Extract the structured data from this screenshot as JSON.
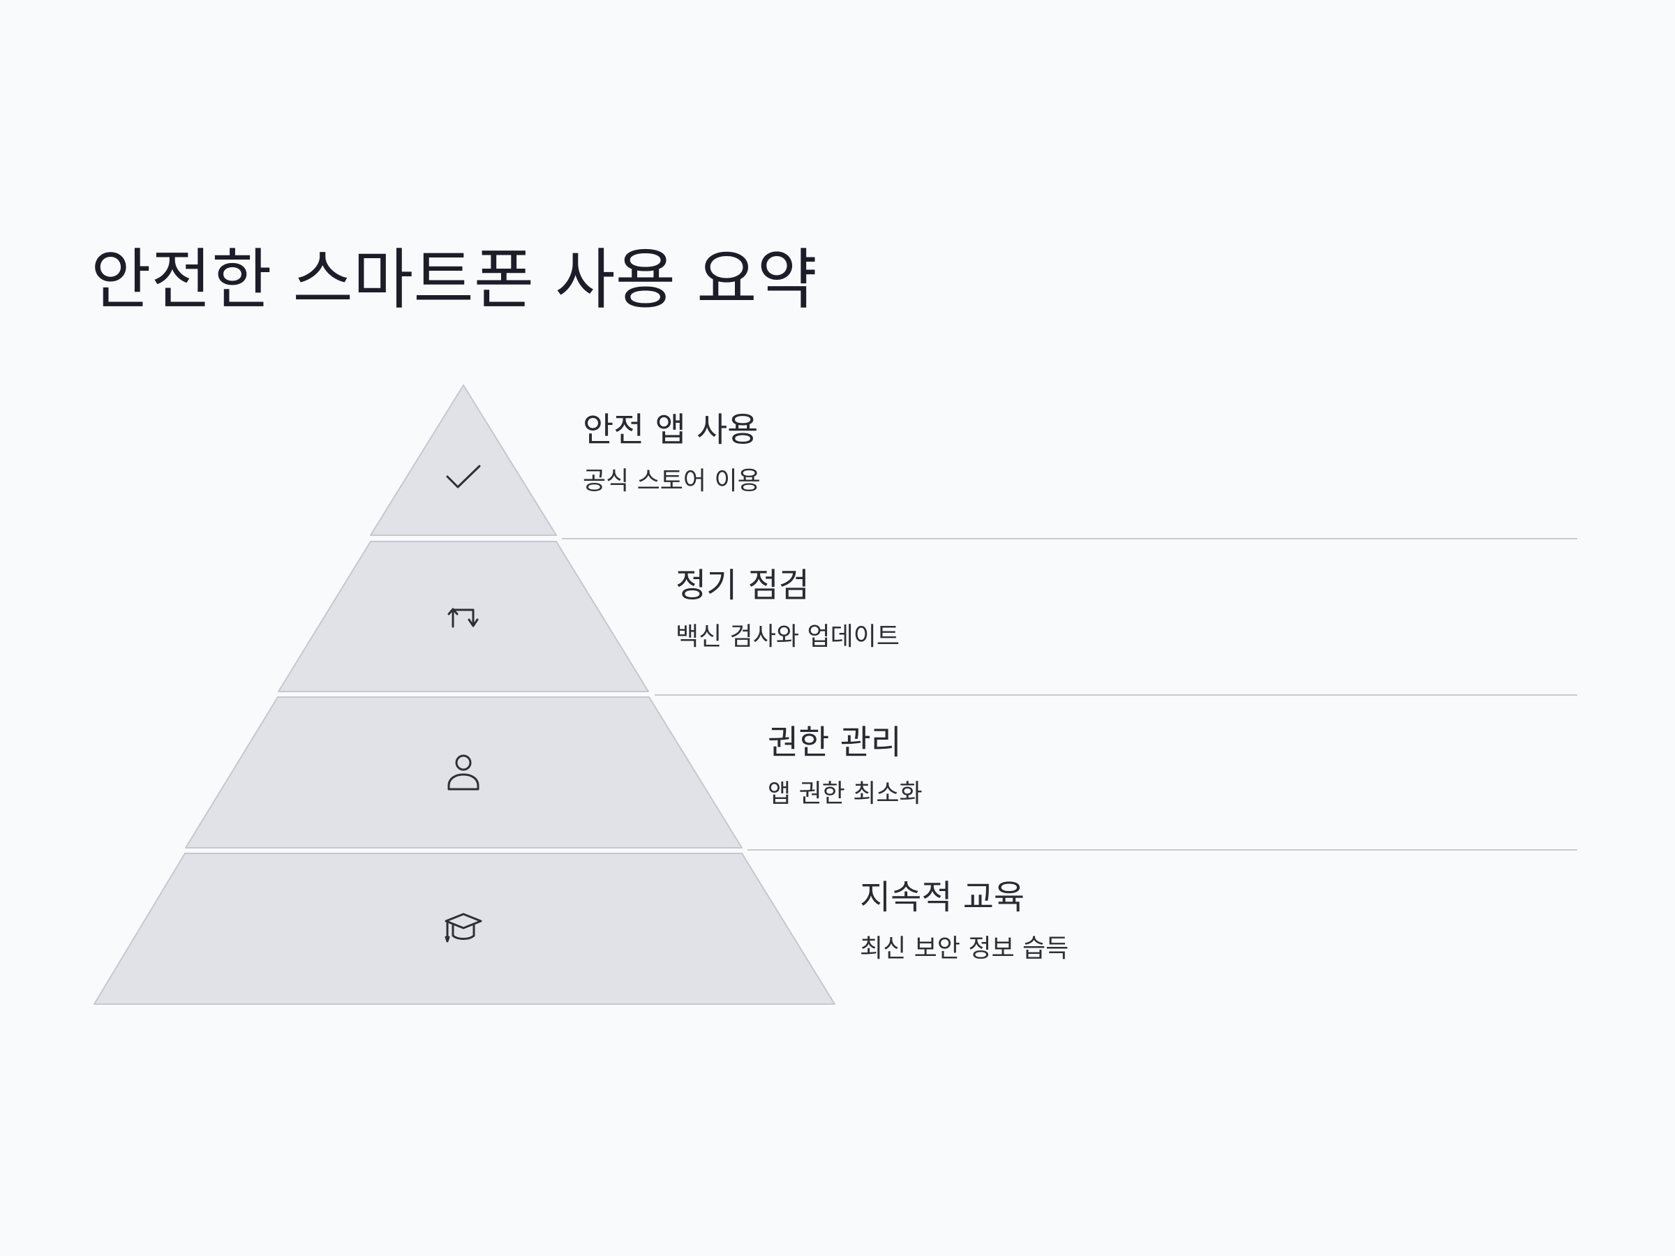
{
  "page": {
    "title": "안전한 스마트폰 사용 요약"
  },
  "levels": [
    {
      "title": "안전 앱 사용",
      "desc": "공식 스토어 이용",
      "icon": "check-icon"
    },
    {
      "title": "정기 점검",
      "desc": "백신 검사와 업데이트",
      "icon": "repeat-icon"
    },
    {
      "title": "권한 관리",
      "desc": "앱 권한 최소화",
      "icon": "user-icon"
    },
    {
      "title": "지속적 교육",
      "desc": "최신 보안 정보 습득",
      "icon": "graduation-cap-icon"
    }
  ],
  "colors": {
    "background": "#f9fafc",
    "segment_fill": "#e1e2e8",
    "segment_stroke": "#c6c7cf",
    "divider": "#c9cad0",
    "icon": "#2e2e36",
    "title_text": "#1c1d28"
  }
}
